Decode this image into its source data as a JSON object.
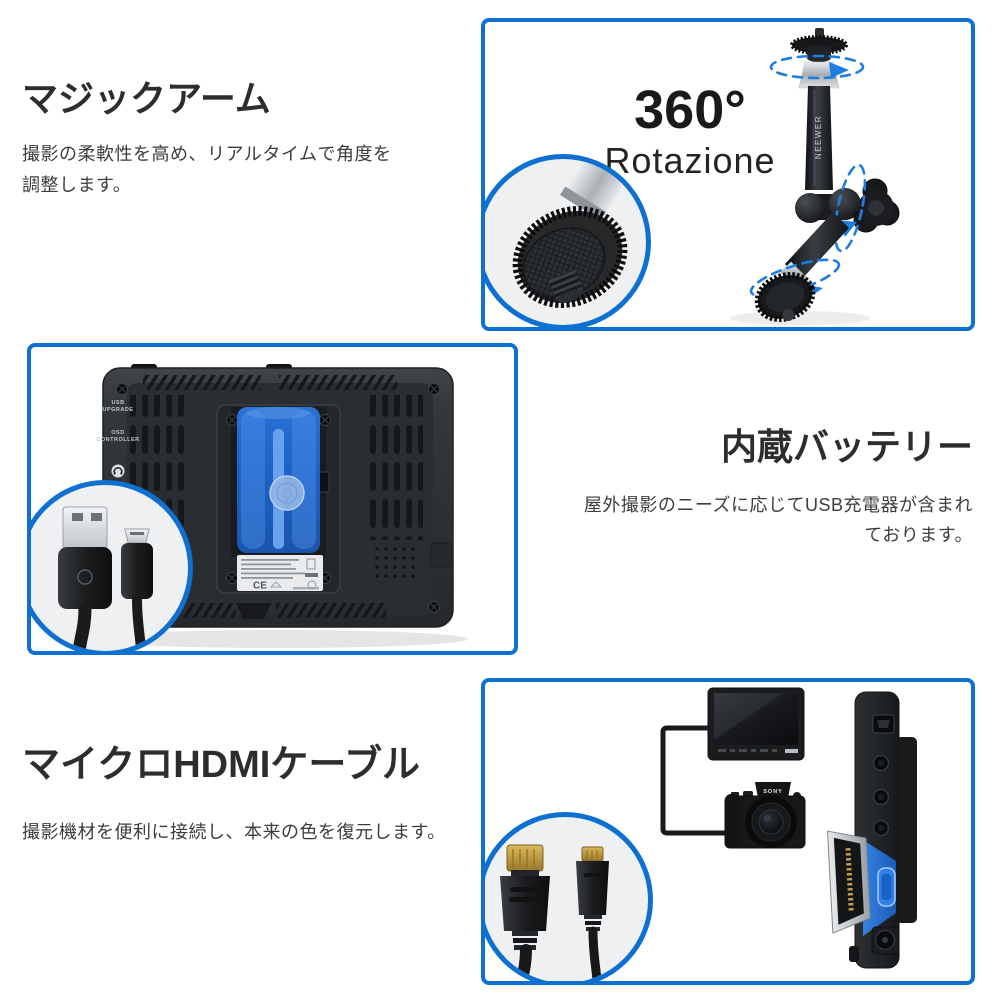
{
  "colors": {
    "accent_blue": "#0e70d1",
    "dashed_blue": "#1e7de2",
    "heading_text": "#2d2d2d",
    "body_text": "#3d3d3d",
    "battery_blue": "#2e77d8",
    "inset_background": "#eef0f2"
  },
  "sections": {
    "magic_arm": {
      "heading": "マジックアーム",
      "desc_line1": "撮影の柔軟性を高め、リアルタイムで角度を",
      "desc_line2": "調整します。",
      "rotation_value": "360°",
      "rotation_word": "Rotazione",
      "arm_brand": "NEEWER"
    },
    "battery": {
      "heading": "内蔵バッテリー",
      "desc_line1": "屋外撮影のニーズに応じてUSB充電器が含まれ",
      "desc_line2": "ております。",
      "monitor_back": {
        "port_label1_line1": "USB",
        "port_label1_line2": "UPGRADE",
        "port_label2_line1": "OSD",
        "port_label2_line2": "CONTROLLER",
        "ce_mark": "CE"
      }
    },
    "hdmi": {
      "heading": "マイクロHDMIケーブル",
      "desc": "撮影機材を便利に接続し、本来の色を復元します。",
      "camera_brand": "SONY"
    }
  }
}
